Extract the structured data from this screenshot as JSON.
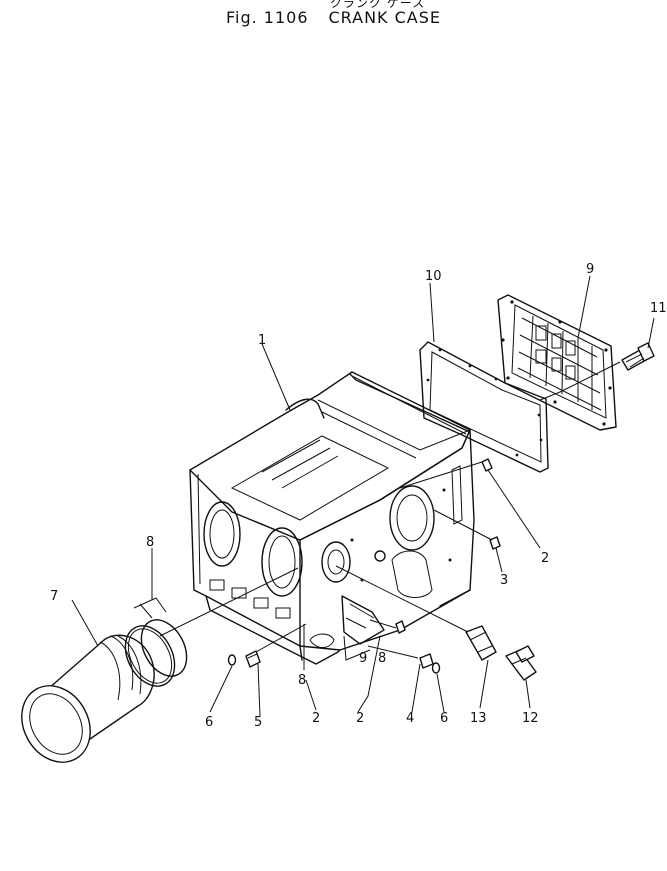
{
  "header": {
    "kana": "クランク ケース",
    "fig_label": "Fig. 1106",
    "title": "CRANK CASE"
  },
  "callouts": {
    "c1": "1",
    "c2a": "2",
    "c2b": "2",
    "c2c": "2",
    "c3": "3",
    "c4": "4",
    "c5": "5",
    "c6a": "6",
    "c6b": "6",
    "c7": "7",
    "c8a": "8",
    "c8b": "8",
    "c8c": "8",
    "c9a": "9",
    "c9b": "9",
    "c10": "10",
    "c11": "11",
    "c12": "12",
    "c13": "13"
  }
}
